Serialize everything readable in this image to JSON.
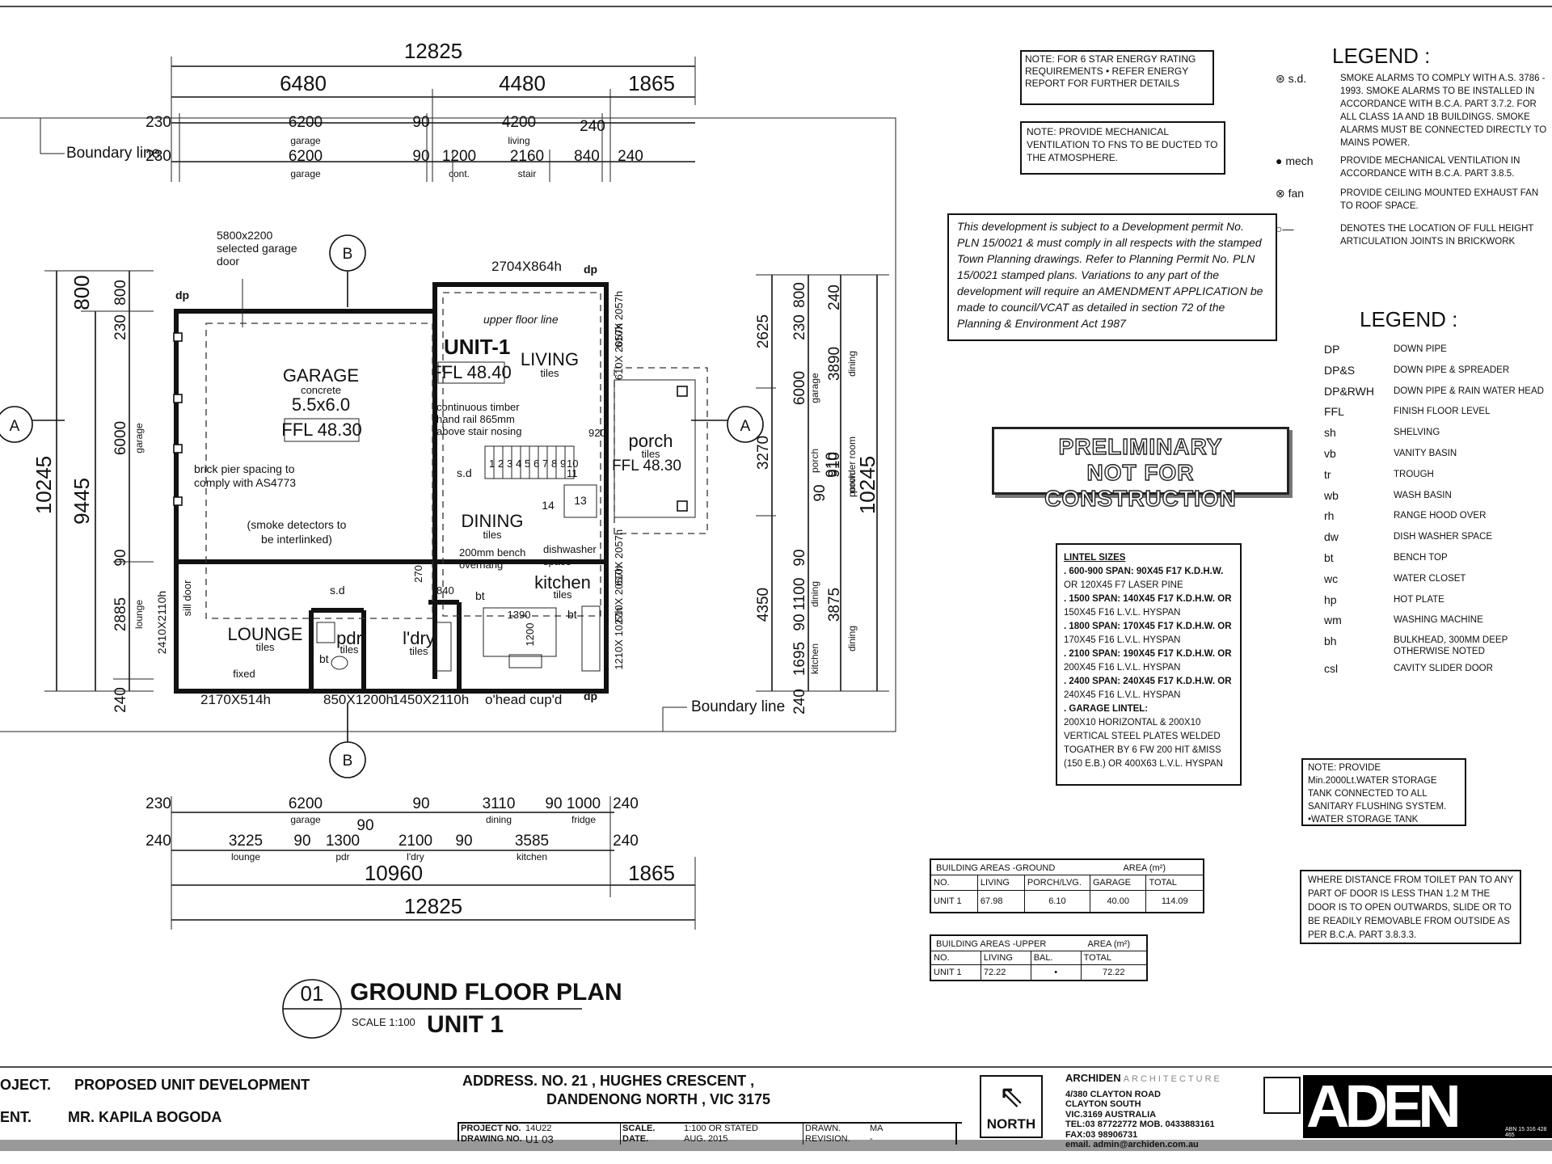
{
  "plan": {
    "title": "GROUND FLOOR PLAN",
    "subtitle": "UNIT 1",
    "scale": "SCALE 1:100",
    "ref": "01",
    "unit_label": "UNIT-1"
  },
  "dims": {
    "top_total": "12825",
    "top_a": "6480",
    "top_b": "4480",
    "top_c": "1865",
    "top_r1": [
      "230",
      "6200",
      "90",
      "4200",
      "240"
    ],
    "top_r1_sub": [
      "garage",
      "living"
    ],
    "top_r2": [
      "230",
      "6200",
      "90",
      "1200",
      "2160",
      "840",
      "240"
    ],
    "top_r2_sub": [
      "garage",
      "cont.",
      "stair"
    ],
    "left_total": "10245",
    "left_inner": "9445",
    "left_a": "800",
    "left_b": [
      "800",
      "230",
      "6000",
      "90",
      "2885",
      "240"
    ],
    "left_sub": [
      "garage",
      "lounge"
    ],
    "left_door": "2410X2110h",
    "right_total": "10245",
    "right_a": [
      "2625",
      "3270",
      "4350"
    ],
    "right_b": [
      "800",
      "230",
      "6000",
      "90",
      "910",
      "90",
      "1100",
      "90",
      "1695",
      "240"
    ],
    "right_c": [
      "240",
      "3890",
      "910",
      "3875"
    ],
    "right_sub": [
      "garage",
      "porch",
      "dining",
      "kitchen",
      "dining",
      "powder room",
      "porch",
      "dining"
    ],
    "bottom_r1": [
      "230",
      "6200",
      "90",
      "3110",
      "90",
      "1000",
      "240"
    ],
    "bottom_r1_sub": [
      "garage",
      "dining",
      "fridge"
    ],
    "bottom_r2": [
      "240",
      "3225",
      "90",
      "1300",
      "90",
      "2100",
      "90",
      "3585",
      "240"
    ],
    "bottom_r2_sub": [
      "lounge",
      "pdr",
      "l'dry",
      "kitchen"
    ],
    "bottom_a": "10960",
    "bottom_b": "1865",
    "bottom_total": "12825"
  },
  "rooms": {
    "garage": "GARAGE",
    "garage_floor": "concrete",
    "garage_size": "5.5x6.0",
    "garage_ffl": "FFL 48.30",
    "unit_ffl": "FFL 48.40",
    "living": "LIVING",
    "living_floor": "tiles",
    "dining": "DINING",
    "dining_floor": "tiles",
    "porch": "porch",
    "porch_floor": "tiles",
    "porch_ffl": "FFL 48.30",
    "lounge": "LOUNGE",
    "lounge_floor": "tiles",
    "pdr": "pdr",
    "pdr_floor": "tiles",
    "ldry": "l'dry",
    "ldry_floor": "tiles",
    "kitchen": "kitchen",
    "kitchen_floor": "tiles",
    "stair_nums": [
      "1",
      "2",
      "3",
      "4",
      "5",
      "6",
      "7",
      "8",
      "9",
      "10",
      "11"
    ],
    "stair_13": "13",
    "stair_14": "14",
    "bench_w": "1390",
    "bench_d": "1200"
  },
  "notes": {
    "garage_door": "5800x2200 selected garage door",
    "brick_pier": "brick pier spacing to comply with AS4773",
    "smoke": "(smoke detectors to be interlinked)",
    "hand_rail": "continuous timber hand rail 865mm above stair nosing",
    "bench": "200mm bench overhang",
    "dishwasher": "dishwasher space",
    "upper_floor": "upper floor line",
    "window_top": "2704X864h",
    "boundary1": "Boundary line",
    "boundary2": "Boundary line",
    "w_bottom1": "2170X514h",
    "w_bottom2": "850X1200h",
    "w_bottom3": "1450X2110h",
    "ohead": "o'head cup'd",
    "sd": "s.d",
    "dp": "dp",
    "sill": "sill door",
    "fixed": "fixed",
    "w_right": [
      "610X 2057h",
      "610X 2057h",
      "610X 2057h",
      "610X 2057h",
      "1210X 1027h"
    ],
    "bt": "bt",
    "dim_920": "920",
    "dim_840": "840",
    "dim_270": "270"
  },
  "sections": {
    "a": "A",
    "b": "B"
  },
  "energy_note": "NOTE: FOR 6 STAR ENERGY RATING REQUIREMENTS • REFER ENERGY REPORT FOR FURTHER DETAILS",
  "vent_note": "NOTE: PROVIDE MECHANICAL VENTILATION TO FNS TO BE DUCTED TO THE ATMOSPHERE.",
  "permit_note": "This development is subject to a Development permit No. PLN 15/0021 & must comply in all respects with the stamped Town Planning drawings. Refer to Planning Permit No. PLN 15/0021 stamped plans. Variations to any part of the development will require an AMENDMENT APPLICATION be made to council/VCAT as detailed in section 72 of the Planning & Environment Act 1987",
  "stamp": [
    "PRELIMINARY",
    "NOT FOR CONSTRUCTION"
  ],
  "legend1": {
    "title": "LEGEND :",
    "items": [
      {
        "sym": "s.d.",
        "text": "SMOKE ALARMS TO COMPLY WITH A.S. 3786 - 1993. SMOKE ALARMS TO BE INSTALLED IN ACCORDANCE WITH B.C.A. PART 3.7.2. FOR ALL CLASS 1A AND 1B BUILDINGS. SMOKE ALARMS MUST BE CONNECTED DIRECTLY TO MAINS POWER."
      },
      {
        "sym": "mech",
        "text": "PROVIDE MECHANICAL VENTILATION IN ACCORDANCE WITH B.C.A. PART 3.8.5."
      },
      {
        "sym": "fan",
        "text": "PROVIDE CEILING MOUNTED EXHAUST FAN TO ROOF SPACE."
      },
      {
        "sym": "",
        "text": "DENOTES THE LOCATION OF FULL HEIGHT ARTICULATION JOINTS IN BRICKWORK"
      }
    ]
  },
  "legend2": {
    "title": "LEGEND :",
    "items": [
      [
        "DP",
        "DOWN PIPE"
      ],
      [
        "DP&S",
        "DOWN PIPE & SPREADER"
      ],
      [
        "DP&RWH",
        "DOWN PIPE & RAIN WATER HEAD"
      ],
      [
        "FFL",
        "FINISH FLOOR LEVEL"
      ],
      [
        "sh",
        "SHELVING"
      ],
      [
        "vb",
        "VANITY BASIN"
      ],
      [
        "tr",
        "TROUGH"
      ],
      [
        "wb",
        "WASH BASIN"
      ],
      [
        "rh",
        "RANGE HOOD OVER"
      ],
      [
        "dw",
        "DISH WASHER SPACE"
      ],
      [
        "bt",
        "BENCH TOP"
      ],
      [
        "wc",
        "WATER CLOSET"
      ],
      [
        "hp",
        "HOT PLATE"
      ],
      [
        "wm",
        "WASHING MACHINE"
      ],
      [
        "bh",
        "BULKHEAD, 300MM DEEP OTHERWISE NOTED"
      ],
      [
        "csl",
        "CAVITY SLIDER DOOR"
      ]
    ]
  },
  "lintel": {
    "title": "LINTEL SIZES",
    "lines": [
      ". 600-900 SPAN: 90X45 F17 K.D.H.W.",
      "OR 120X45 F7 LASER PINE",
      ". 1500 SPAN: 140X45 F17 K.D.H.W. OR",
      "150X45 F16 L.V.L. HYSPAN",
      ". 1800 SPAN: 170X45 F17 K.D.H.W. OR",
      "170X45 F16 L.V.L. HYSPAN",
      ". 2100 SPAN: 190X45 F17 K.D.H.W. OR",
      "200X45 F16 L.V.L. HYSPAN",
      ". 2400 SPAN: 240X45 F17 K.D.H.W. OR",
      "240X45 F16 L.V.L. HYSPAN",
      ". GARAGE LINTEL:",
      "200X10 HORIZONTAL & 200X10",
      "VERTICAL STEEL PLATES WELDED",
      "TOGATHER BY 6 FW 200 HIT &MISS",
      "(150 E.B.) OR 400X63 L.V.L. HYSPAN"
    ]
  },
  "water_note": "NOTE: PROVIDE Min.2000Lt.WATER STORAGE TANK CONNECTED TO ALL SANITARY FLUSHING SYSTEM. •WATER STORAGE TANK",
  "toilet_note": "WHERE DISTANCE FROM TOILET PAN TO ANY PART OF DOOR IS LESS THAN 1.2 M THE DOOR IS TO OPEN OUTWARDS, SLIDE OR TO BE READILY REMOVABLE FROM OUTSIDE AS PER B.C.A. PART 3.8.3.3.",
  "areas_ground": {
    "title": "BUILDING AREAS -GROUND",
    "area_label": "AREA (m²)",
    "headers": [
      "NO.",
      "LIVING",
      "PORCH/LVG.",
      "GARAGE",
      "TOTAL"
    ],
    "row": [
      "UNIT 1",
      "67.98",
      "6.10",
      "40.00",
      "114.09"
    ]
  },
  "areas_upper": {
    "title": "BUILDING AREAS -UPPER",
    "area_label": "AREA (m²)",
    "headers": [
      "NO.",
      "LIVING",
      "BAL.",
      "TOTAL"
    ],
    "row": [
      "UNIT 1",
      "72.22",
      "•",
      "72.22"
    ]
  },
  "title_block": {
    "project_label": "OJECT.",
    "project": "PROPOSED UNIT DEVELOPMENT",
    "client_label": "ENT.",
    "client": "MR. KAPILA BOGODA",
    "address_label": "ADDRESS.",
    "address1": "NO. 21 , HUGHES CRESCENT ,",
    "address2": "DANDENONG NORTH , VIC 3175",
    "project_no_label": "PROJECT NO.",
    "project_no": "14U22",
    "drawing_no_label": "DRAWING NO.",
    "drawing_no": "U1 03",
    "scale_label": "SCALE.",
    "scale": "1:100 OR STATED",
    "date_label": "DATE.",
    "date": "AUG. 2015",
    "drawn_label": "DRAWN.",
    "drawn": "MA",
    "revision_label": "REVISION.",
    "revision": "-",
    "north": "NORTH",
    "firm": "ARCHIDEN",
    "firm2": "ARCHITECTURE",
    "firm_addr": [
      "4/380 CLAYTON ROAD",
      "CLAYTON SOUTH",
      "VIC.3169 AUSTRALIA",
      "TEL:03 87722772 MOB. 0433883161",
      "FAX:03 98906731",
      "email. admin@archiden.com.au"
    ],
    "logo": "ADEN",
    "abn": "ABN 15 316 428 465"
  }
}
